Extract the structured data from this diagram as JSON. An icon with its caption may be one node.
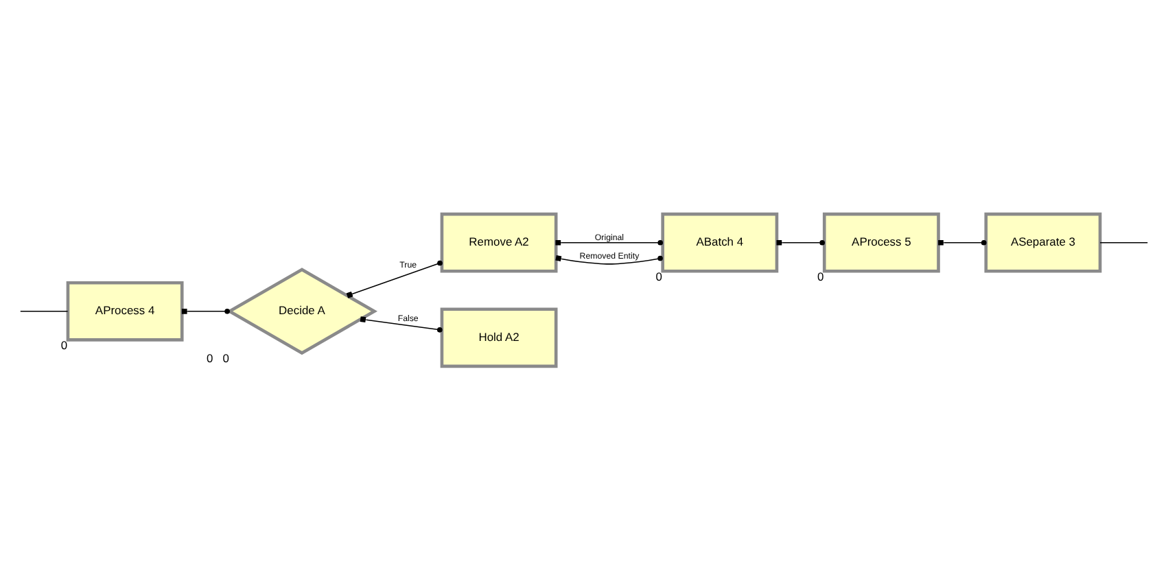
{
  "diagram": {
    "nodes": [
      {
        "text": [
          "AProcess 4"
        ],
        "beside": [
          "0"
        ]
      },
      {
        "text": [
          "Decide A"
        ],
        "beside": [
          "0",
          "0"
        ]
      },
      {
        "text": [
          "Remove A2"
        ]
      },
      {
        "text": [
          "ABatch 4"
        ],
        "beside": [
          "0"
        ]
      },
      {
        "text": [
          "Hold A2"
        ]
      },
      {
        "text": [
          "AProcess 5"
        ],
        "beside": [
          "0"
        ]
      },
      {
        "text": [
          "ASeparate 3"
        ]
      }
    ],
    "edges": [
      {
        "from": null,
        "to": 0,
        "arrow": "none"
      },
      {
        "from": 0,
        "to": 1,
        "arrow": "other"
      },
      {
        "from": 1,
        "to": 2,
        "arrow": "other",
        "label": "True"
      },
      {
        "from": 1,
        "to": 4,
        "arrow": "other",
        "label": "False"
      },
      {
        "from": 2,
        "to": 3,
        "arrow": "other",
        "label": "Original"
      },
      {
        "from": 2,
        "to": 3,
        "arrow": "other",
        "label": "Removed Entity"
      },
      {
        "from": 3,
        "to": 5,
        "arrow": "other"
      },
      {
        "from": 5,
        "to": 6,
        "arrow": "other"
      },
      {
        "from": 6,
        "to": null,
        "arrow": "none"
      }
    ]
  }
}
